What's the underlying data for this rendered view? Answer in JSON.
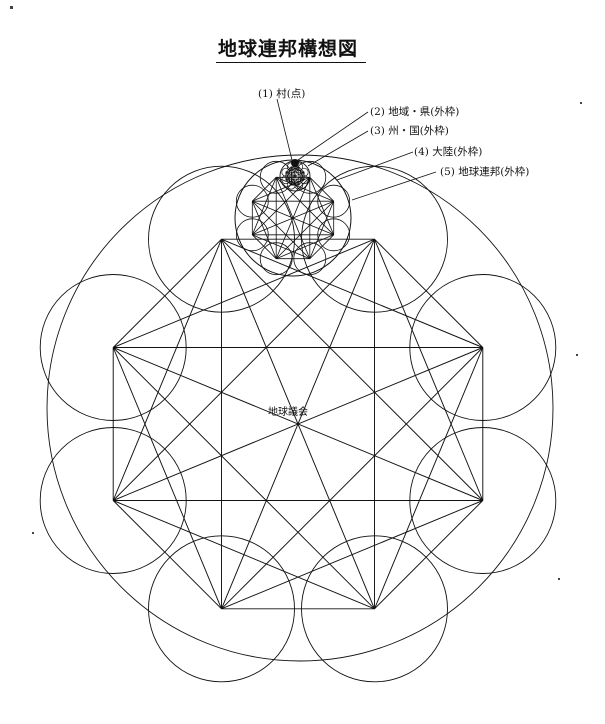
{
  "title": "地球連邦構想図",
  "labels": {
    "village": "(1) 村(点)",
    "prefecture": "(2) 地域・県(外枠)",
    "state": "(3) 州・国(外枠)",
    "continent": "(4) 大陸(外枠)",
    "federation": "(5) 地球連邦(外枠)"
  },
  "center_label": "地球議会",
  "colors": {
    "ink": "#111111",
    "paper": "#ffffff"
  }
}
